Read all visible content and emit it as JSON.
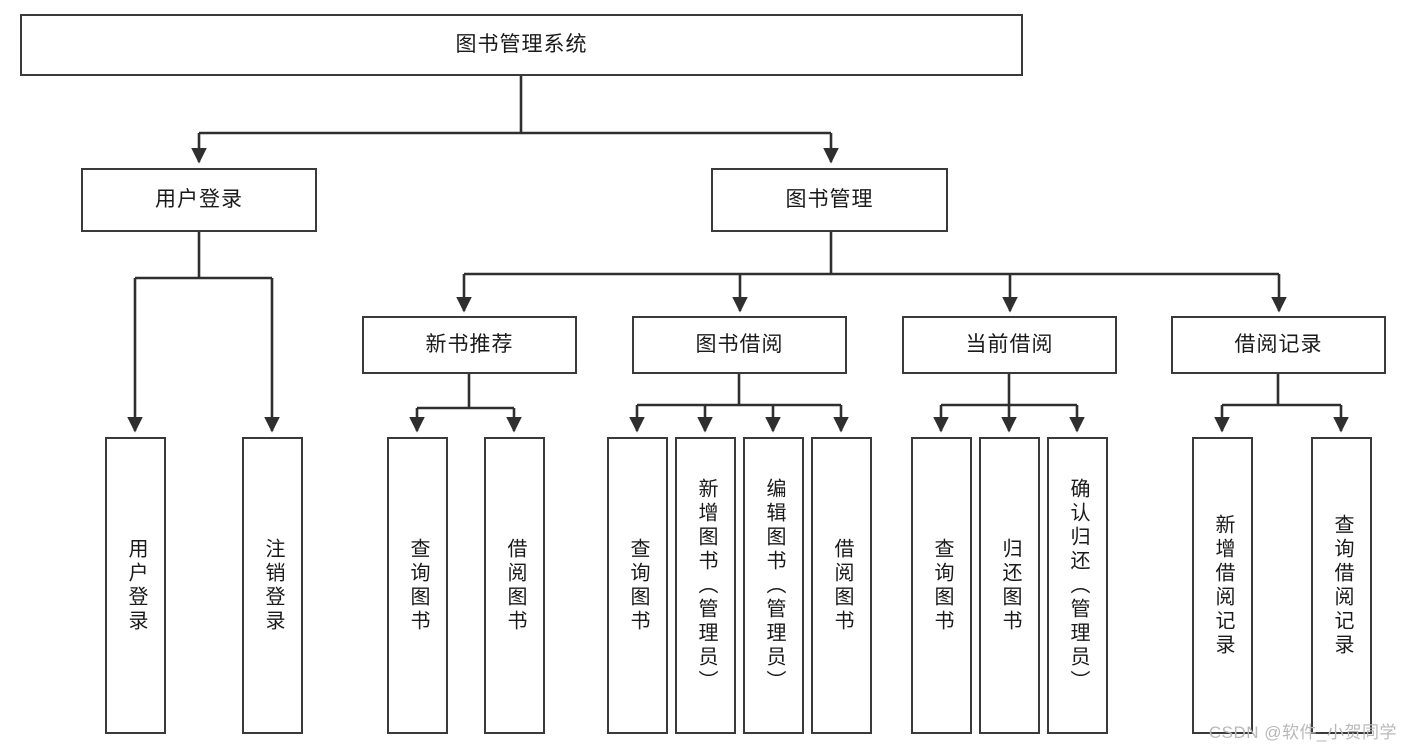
{
  "diagram": {
    "type": "tree",
    "title": "图书管理系统",
    "orientation": "top-down",
    "colors": {
      "box_border": "#3a3a3a",
      "box_fill": "#ffffff",
      "connector": "#2f2f2f",
      "text": "#1a1a1a",
      "watermark": "#b9b9b9"
    },
    "root": {
      "label": "图书管理系统"
    },
    "branches": [
      {
        "label": "用户登录"
      },
      {
        "label": "图书管理"
      }
    ],
    "subbranches": [
      {
        "label": "新书推荐"
      },
      {
        "label": "图书借阅"
      },
      {
        "label": "当前借阅"
      },
      {
        "label": "借阅记录"
      }
    ],
    "leaves": {
      "user_login": [
        {
          "label": "用户登录"
        },
        {
          "label": "注销登录"
        }
      ],
      "new_book_recommend": [
        {
          "label": "查询图书"
        },
        {
          "label": "借阅图书"
        }
      ],
      "book_borrow": [
        {
          "label": "查询图书"
        },
        {
          "label": "新增图书（管理员）"
        },
        {
          "label": "编辑图书（管理员）"
        },
        {
          "label": "借阅图书"
        }
      ],
      "current_borrow": [
        {
          "label": "查询图书"
        },
        {
          "label": "归还图书"
        },
        {
          "label": "确认归还（管理员）"
        }
      ],
      "borrow_records": [
        {
          "label": "新增借阅记录"
        },
        {
          "label": "查询借阅记录"
        }
      ]
    }
  },
  "watermark": {
    "text": "CSDN @软件_小贺同学"
  }
}
